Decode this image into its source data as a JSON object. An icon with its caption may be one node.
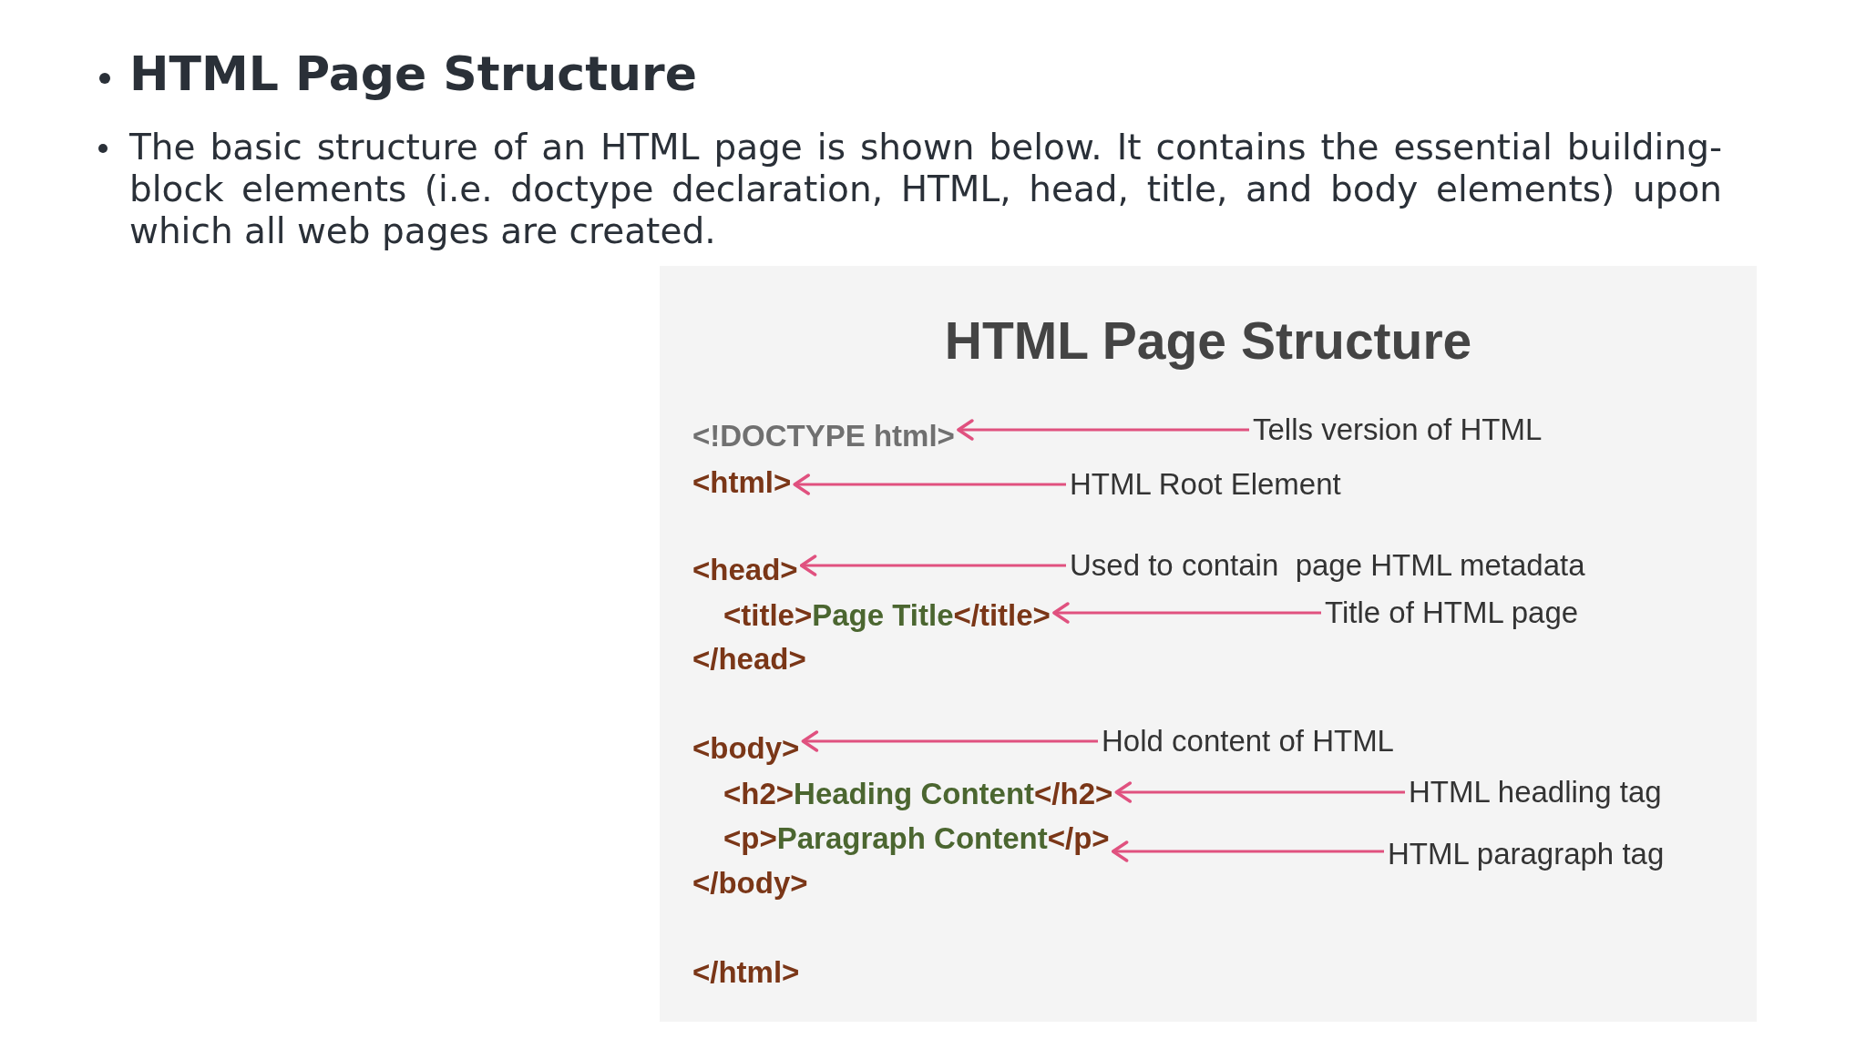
{
  "diagram": {
    "title": "HTML Page Structure",
    "nodes": [
      {
        "text": [
          "HTML Page Structure"
        ]
      },
      {
        "text": [
          "<!DOCTYPE html>"
        ],
        "in": 0
      },
      {
        "text": [
          "Tells version of HTML"
        ],
        "in": 0
      },
      {
        "text": [
          "<html>"
        ],
        "in": 0
      },
      {
        "text": [
          "HTML Root Element"
        ],
        "in": 0
      },
      {
        "text": [
          "<head>"
        ],
        "in": 0
      },
      {
        "text": [
          "Used to contain  page HTML metadata"
        ],
        "in": 0
      },
      {
        "text": [
          "<title>Page Title</title>"
        ],
        "in": 0
      },
      {
        "text": [
          "Title of HTML page"
        ],
        "in": 0
      },
      {
        "text": [
          "<body>"
        ],
        "in": 0
      },
      {
        "text": [
          "Hold content of HTML"
        ],
        "in": 0
      },
      {
        "text": [
          "<h2>Heading Content</h2>"
        ],
        "in": 0
      },
      {
        "text": [
          "HTML headling tag"
        ],
        "in": 0
      },
      {
        "text": [
          "<p>Paragraph Content</p>"
        ],
        "in": 0
      },
      {
        "text": [
          "HTML paragraph tag"
        ],
        "in": 0
      }
    ],
    "edges": [
      {
        "from": 2,
        "to": 1,
        "arrow": "to"
      },
      {
        "from": 4,
        "to": 3,
        "arrow": "to"
      },
      {
        "from": 6,
        "to": 5,
        "arrow": "to"
      },
      {
        "from": 8,
        "to": 7,
        "arrow": "to"
      },
      {
        "from": 10,
        "to": 9,
        "arrow": "to"
      },
      {
        "from": 12,
        "to": 11,
        "arrow": "to"
      },
      {
        "from": 14,
        "to": 13,
        "arrow": "to"
      }
    ],
    "labels": [
      "The basic structure of an HTML page is shown below. It contains the essential building-block elements (i.e. doctype declaration, HTML, head, title, and body elements) upon which all web pages are created.",
      "</head>",
      "</body>",
      "</html>"
    ]
  }
}
